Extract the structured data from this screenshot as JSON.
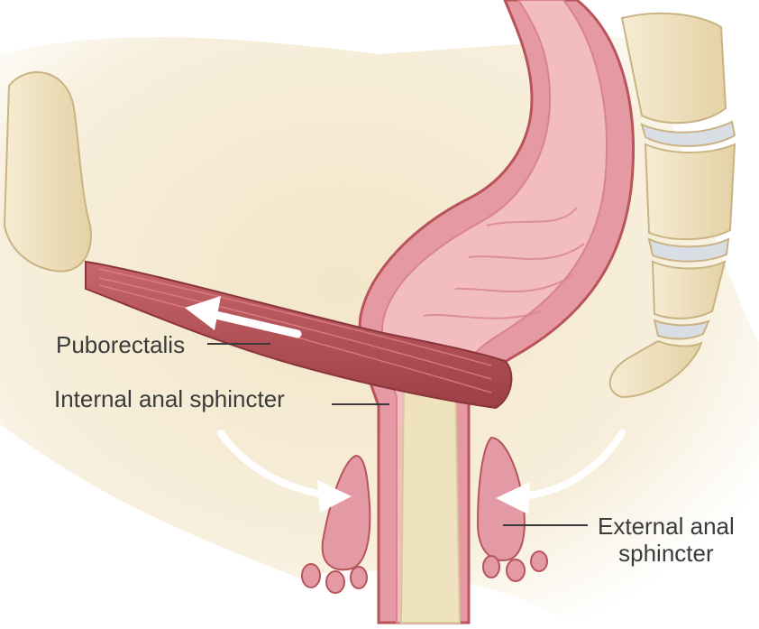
{
  "labels": {
    "puborectalis": "Puborectalis",
    "internal_anal_sphincter": "Internal anal sphincter",
    "external_anal_sphincter_line1": "External anal",
    "external_anal_sphincter_line2": "sphincter"
  },
  "colors": {
    "background": "#ffffff",
    "tissue_wash": "#f7efdb",
    "bone": "#efe2bf",
    "muscle": "#b8545a",
    "rectum_wall": "#e8a0a8",
    "rectum_lumen": "#f1b9bf",
    "arrow": "#ffffff",
    "label_text": "#3b3b3b"
  }
}
